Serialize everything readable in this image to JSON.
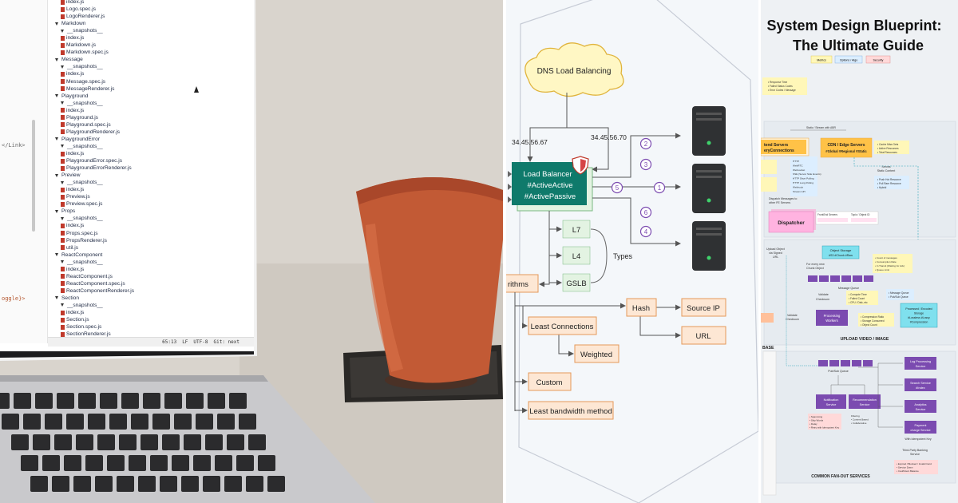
{
  "photo": {
    "tree": [
      {
        "t": "index.js",
        "ind": 5,
        "k": "f"
      },
      {
        "t": "Logo.spec.js",
        "ind": 5,
        "k": "f"
      },
      {
        "t": "LogoRenderer.js",
        "ind": 5,
        "k": "f"
      },
      {
        "t": "Markdown",
        "ind": 4,
        "k": "d"
      },
      {
        "t": "__snapshots__",
        "ind": 5,
        "k": "d"
      },
      {
        "t": "index.js",
        "ind": 5,
        "k": "f"
      },
      {
        "t": "Markdown.js",
        "ind": 5,
        "k": "f"
      },
      {
        "t": "Markdown.spec.js",
        "ind": 5,
        "k": "f"
      },
      {
        "t": "Message",
        "ind": 4,
        "k": "d"
      },
      {
        "t": "__snapshots__",
        "ind": 5,
        "k": "d"
      },
      {
        "t": "index.js",
        "ind": 5,
        "k": "f"
      },
      {
        "t": "Message.spec.js",
        "ind": 5,
        "k": "f"
      },
      {
        "t": "MessageRenderer.js",
        "ind": 5,
        "k": "f"
      },
      {
        "t": "Playground",
        "ind": 4,
        "k": "d"
      },
      {
        "t": "__snapshots__",
        "ind": 5,
        "k": "d"
      },
      {
        "t": "index.js",
        "ind": 5,
        "k": "f"
      },
      {
        "t": "Playground.js",
        "ind": 5,
        "k": "f"
      },
      {
        "t": "Playground.spec.js",
        "ind": 5,
        "k": "f"
      },
      {
        "t": "PlaygroundRenderer.js",
        "ind": 5,
        "k": "f"
      },
      {
        "t": "PlaygroundError",
        "ind": 4,
        "k": "d"
      },
      {
        "t": "__snapshots__",
        "ind": 5,
        "k": "d"
      },
      {
        "t": "index.js",
        "ind": 5,
        "k": "f"
      },
      {
        "t": "PlaygroundError.spec.js",
        "ind": 5,
        "k": "f"
      },
      {
        "t": "PlaygroundErrorRenderer.js",
        "ind": 5,
        "k": "f"
      },
      {
        "t": "Preview",
        "ind": 4,
        "k": "d"
      },
      {
        "t": "__snapshots__",
        "ind": 5,
        "k": "d"
      },
      {
        "t": "index.js",
        "ind": 5,
        "k": "f"
      },
      {
        "t": "Preview.js",
        "ind": 5,
        "k": "f"
      },
      {
        "t": "Preview.spec.js",
        "ind": 5,
        "k": "f"
      },
      {
        "t": "Props",
        "ind": 4,
        "k": "d"
      },
      {
        "t": "__snapshots__",
        "ind": 5,
        "k": "d"
      },
      {
        "t": "index.js",
        "ind": 5,
        "k": "f"
      },
      {
        "t": "Props.spec.js",
        "ind": 5,
        "k": "f"
      },
      {
        "t": "PropsRenderer.js",
        "ind": 5,
        "k": "f"
      },
      {
        "t": "util.js",
        "ind": 5,
        "k": "f"
      },
      {
        "t": "ReactComponent",
        "ind": 4,
        "k": "d"
      },
      {
        "t": "__snapshots__",
        "ind": 5,
        "k": "d"
      },
      {
        "t": "index.js",
        "ind": 5,
        "k": "f"
      },
      {
        "t": "ReactComponent.js",
        "ind": 5,
        "k": "f"
      },
      {
        "t": "ReactComponent.spec.js",
        "ind": 5,
        "k": "f"
      },
      {
        "t": "ReactComponentRenderer.js",
        "ind": 5,
        "k": "f"
      },
      {
        "t": "Section",
        "ind": 4,
        "k": "d"
      },
      {
        "t": "__snapshots__",
        "ind": 5,
        "k": "d"
      },
      {
        "t": "index.js",
        "ind": 5,
        "k": "f"
      },
      {
        "t": "Section.js",
        "ind": 5,
        "k": "f"
      },
      {
        "t": "Section.spec.js",
        "ind": 5,
        "k": "f"
      },
      {
        "t": "SectionRenderer.js",
        "ind": 5,
        "k": "f"
      }
    ],
    "code_fragments": [
      "</Link>",
      "oggle}>"
    ],
    "status_bar": [
      "65:13",
      "LF",
      "UTF-8",
      "Git: next"
    ]
  },
  "diagram": {
    "dns_label": "DNS Load Balancing",
    "ip_left": "34.45.56.67",
    "ip_right": "34.45.56.70",
    "lb_lines": [
      "Load Balancer",
      "#ActiveActive",
      "#ActivePassive"
    ],
    "badges": [
      "2",
      "3",
      "5",
      "1",
      "6",
      "4"
    ],
    "layers": [
      "L7",
      "L4",
      "GSLB"
    ],
    "types_label": "Types",
    "algorithms_fragment": "rithms",
    "hash_label": "Hash",
    "source_ip_label": "Source IP",
    "url_label": "URL",
    "least_connections_label": "Least Connections",
    "weighted_label": "Weighted",
    "custom_label": "Custom",
    "least_bandwidth_label": "Least bandwidth method",
    "colors": {
      "lb": "#0f7a6b",
      "purple": "#7b4bb0",
      "orange": "#fde7d4",
      "orange_border": "#e59a5a",
      "green": "#e3f3e2"
    }
  },
  "blueprint": {
    "title_line1": "System Design Blueprint:",
    "title_line2": "The Ultimate Guide",
    "legend": [
      "Metrics",
      "Options / Algo",
      "Security"
    ],
    "response_notes": [
      "• Response Time",
      "• Failed Status Codes",
      "• Error Codes / Message"
    ],
    "static_stream_label": "Static / Stream with ABR",
    "frontend_servers": [
      "tend Servers",
      "eryConnections"
    ],
    "cdn_lines": [
      "CDN / Edge Servers",
      "#Global #Regional #Static"
    ],
    "cache_notes": [
      "• Cache Miss Gets",
      "• Active Resources",
      "• Total Resources"
    ],
    "serves_label": [
      "Serves",
      "Static Content"
    ],
    "push_notes": [
      "• Push Hot Resource",
      "• Pull Rare Resource",
      "• Hybrid"
    ],
    "protocols": [
      "HTTP",
      "WebRTC",
      "Websocket",
      "SSE (Server Side Events)",
      "HTTP Short Polling",
      "HTTP Long Polling",
      "Webhook",
      "Stream API"
    ],
    "dispatch_label": [
      "Dispatch Messages to",
      "other FE Servers"
    ],
    "dispatcher_label": "Dispatcher",
    "dispatch_table_headers": [
      "FrontEnd Servers",
      "Topic / Object ID"
    ],
    "upload_object_label": [
      "Upload Object",
      "via Signed",
      "URL"
    ],
    "object_storage_label": [
      "Object Storage",
      "#S3 #Chunk #Raw"
    ],
    "storage_notes": [
      "• Count of messages",
      "• Consumption Rate",
      "• In Transit (Waiting for Ack)",
      "• Queue Limit"
    ],
    "chunk_label": [
      "For every new",
      "Chunk Object"
    ],
    "message_queue_label": "Message Queue",
    "validate_checksum": [
      "Validate",
      "Checksum"
    ],
    "processing_notes": [
      "• Compute Time",
      "• Failed Count",
      "• CPU / Disk, etc"
    ],
    "mq_notes": [
      "• Message Queue",
      "• Pub/Sub Queue"
    ],
    "compression_notes": [
      "• Compression Ratio",
      "• Storage Consumed",
      "• Object Count"
    ],
    "processing_workers": [
      "Processing",
      "Workers"
    ],
    "processed_label": [
      "Processed / Encoded",
      "Storage",
      "#Lossless #Lossy",
      "#Compression"
    ],
    "upload_section": "UPLOAD VIDEO / IMAGE",
    "base_fragment": "BASE",
    "pubsub_label": "Pub/Sub Queue",
    "notification_service": [
      "Notification",
      "Service"
    ],
    "recommendation_service": [
      "Recommendation",
      "Service"
    ],
    "log_service": [
      "Log Processing",
      "Service"
    ],
    "search_service": [
      "Search Service",
      "#Index"
    ],
    "analytics_service": [
      "Analytics",
      "Service"
    ],
    "payment_service": [
      "Payment",
      "charge Service"
    ],
    "spam_notes": [
      "• Spamming",
      "• Skip Words",
      "• Delay",
      "• Retry with Idempotent Key"
    ],
    "filtering_notes": [
      "Filtering",
      "• Content Based",
      "• Collaborative"
    ],
    "idempotent_label": "With Idempotent Key",
    "banking_label": [
      "Third-Party Banking",
      "Service"
    ],
    "card_notes": [
      "• Expired / Blocked / Invalid Card",
      "• Service Down",
      "• Insufficient Balance"
    ],
    "fanout_section": "COMMON FAN-OUT SERVICES"
  }
}
